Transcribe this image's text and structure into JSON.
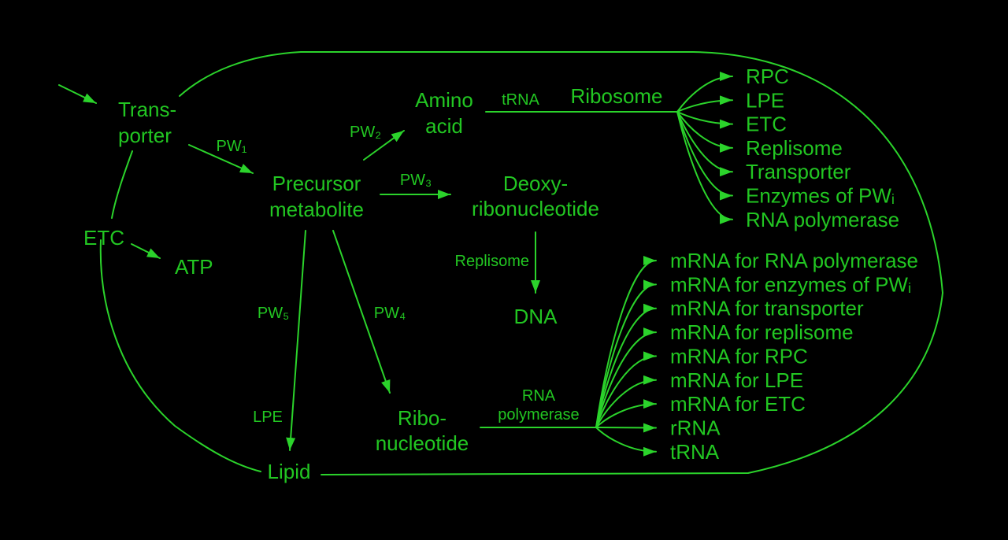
{
  "colors": {
    "background": "#000000",
    "stroke": "#2bd32b",
    "text": "#22c622"
  },
  "nodes": {
    "transporter": {
      "line1": "Trans-",
      "line2": "porter"
    },
    "etc_membrane": "ETC",
    "atp": "ATP",
    "amino_acid": {
      "line1": "Amino",
      "line2": "acid"
    },
    "precursor_metabolite": {
      "line1": "Precursor",
      "line2": "metabolite"
    },
    "deoxyribonucleotide": {
      "line1": "Deoxy-",
      "line2": "ribonucleotide"
    },
    "dna": "DNA",
    "ribonucleotide": {
      "line1": "Ribo-",
      "line2": "nucleotide"
    },
    "lipid": "Lipid"
  },
  "edge_labels": {
    "pw1": "PW₁",
    "pw2": "PW₂",
    "pw3": "PW₃",
    "pw4": "PW₄",
    "pw5": "PW₅",
    "trna": "tRNA",
    "ribosome": "Ribosome",
    "replisome": "Replisome",
    "rna_polymerase_line1": "RNA",
    "rna_polymerase_line2": "polymerase",
    "lpe": "LPE"
  },
  "ribosome_products": [
    "RPC",
    "LPE",
    "ETC",
    "Replisome",
    "Transporter",
    "Enzymes of PWᵢ",
    "RNA polymerase"
  ],
  "rna_products": [
    "mRNA for RNA polymerase",
    "mRNA for enzymes of PWᵢ",
    "mRNA for transporter",
    "mRNA for replisome",
    "mRNA for RPC",
    "mRNA for LPE",
    "mRNA for ETC",
    "rRNA",
    "tRNA"
  ]
}
